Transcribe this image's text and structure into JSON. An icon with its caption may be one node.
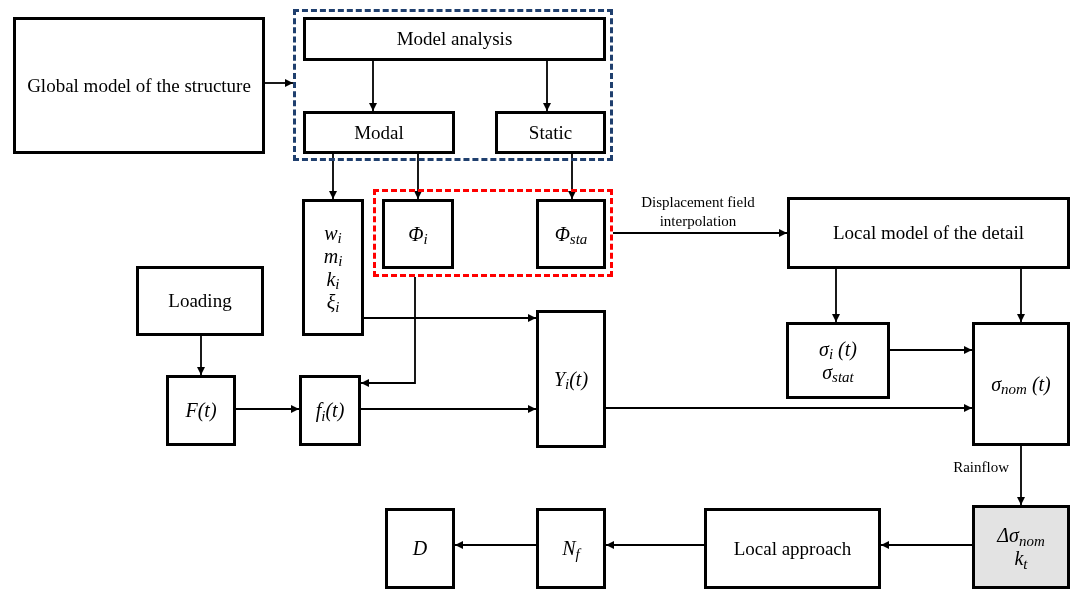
{
  "diagram": {
    "nodes": [
      {
        "text": [
          "Global model of the structure"
        ]
      },
      {
        "text": [],
        "shape": "box"
      },
      {
        "text": [
          "Model analysis"
        ],
        "in": 1
      },
      {
        "text": [
          "Modal"
        ],
        "in": 1
      },
      {
        "text": [
          "Static"
        ],
        "in": 1
      },
      {
        "text": [
          "w$_{i}$",
          "m$_{i}$",
          "k$_{i}$",
          "ξ$_{i}$"
        ]
      },
      {
        "text": [],
        "shape": "box"
      },
      {
        "text": [
          "Φ$_{i}$"
        ],
        "in": 6
      },
      {
        "text": [
          "Φ$_{sta}$"
        ],
        "in": 6
      },
      {
        "text": [
          "Local model of the detail"
        ]
      },
      {
        "text": [
          "Loading"
        ]
      },
      {
        "text": [
          "F(t)"
        ]
      },
      {
        "text": [
          "f$_{i}$(t)"
        ]
      },
      {
        "text": [
          "Y$_{i}$(t)"
        ]
      },
      {
        "text": [
          "σ$_{i}$ (t)",
          "σ$_{stat}$"
        ]
      },
      {
        "text": [
          "σ$_{nom}$ (t)"
        ]
      },
      {
        "text": [
          "Δσ$_{nom}$",
          "k$_{t}$"
        ]
      },
      {
        "text": [
          "D"
        ]
      },
      {
        "text": [
          "N$_{f}$"
        ]
      },
      {
        "text": [
          "Local approach"
        ]
      }
    ],
    "edges": [
      {
        "from": 0,
        "to": 1,
        "arrow": "to"
      },
      {
        "from": 2,
        "to": 3,
        "arrow": "to"
      },
      {
        "from": 2,
        "to": 4,
        "arrow": "to"
      },
      {
        "from": 3,
        "to": 5,
        "arrow": "to"
      },
      {
        "from": 3,
        "to": 7,
        "arrow": "to"
      },
      {
        "from": 4,
        "to": 8,
        "arrow": "to"
      },
      {
        "from": 6,
        "to": 9,
        "arrow": "to",
        "label": "Displacement field interpolation"
      },
      {
        "from": 10,
        "to": 11,
        "arrow": "to"
      },
      {
        "from": 11,
        "to": 12,
        "arrow": "to"
      },
      {
        "from": 6,
        "to": 12,
        "arrow": "to"
      },
      {
        "from": 5,
        "to": 13,
        "arrow": "to"
      },
      {
        "from": 12,
        "to": 13,
        "arrow": "to"
      },
      {
        "from": 13,
        "to": 15,
        "arrow": "to"
      },
      {
        "from": 9,
        "to": 14,
        "arrow": "to"
      },
      {
        "from": 9,
        "to": 15,
        "arrow": "to"
      },
      {
        "from": 14,
        "to": 15,
        "arrow": "to"
      },
      {
        "from": 15,
        "to": 16,
        "arrow": "to",
        "label": "Rainflow"
      },
      {
        "from": 16,
        "to": 19,
        "arrow": "to"
      },
      {
        "from": 19,
        "to": 18,
        "arrow": "to"
      },
      {
        "from": 18,
        "to": 17,
        "arrow": "to"
      }
    ]
  }
}
